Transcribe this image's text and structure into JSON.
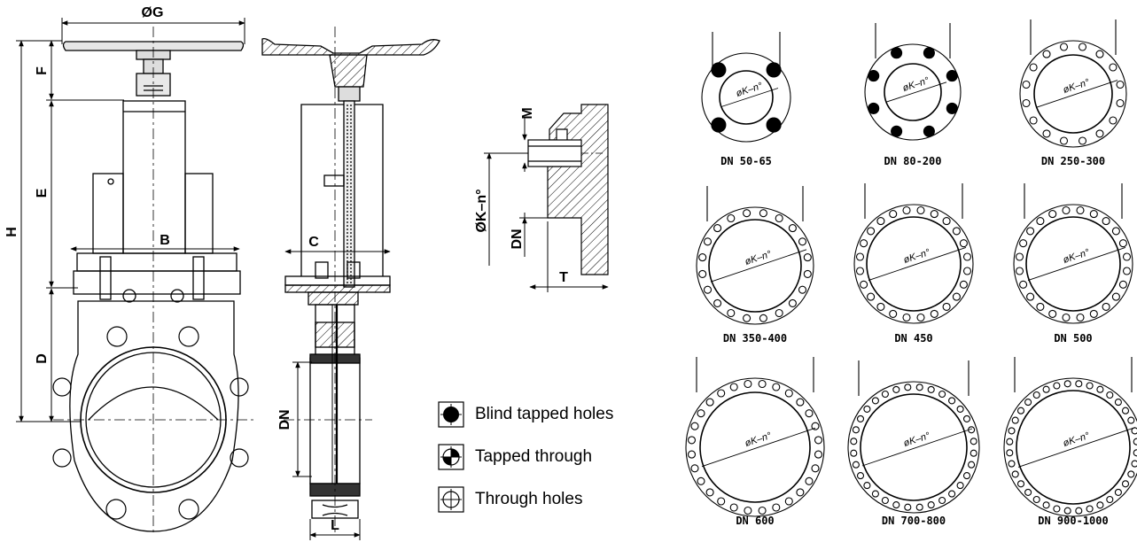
{
  "dimensions": {
    "G": "ØG",
    "F": "F",
    "E": "E",
    "H": "H",
    "D": "D",
    "B": "B",
    "C": "C",
    "DN": "DN",
    "L": "L",
    "M": "M",
    "K": "ØK–n°",
    "T": "T"
  },
  "legend": [
    {
      "symbol": "blind-tapped-hole-icon",
      "label": "Blind tapped holes"
    },
    {
      "symbol": "tapped-through-hole-icon",
      "label": "Tapped through"
    },
    {
      "symbol": "through-hole-icon",
      "label": "Through holes"
    }
  ],
  "flanges": [
    {
      "label": "DN 50-65",
      "inner": "øK–n°"
    },
    {
      "label": "DN 80-200",
      "inner": "øK–n°"
    },
    {
      "label": "DN 250-300",
      "inner": "øK–n°"
    },
    {
      "label": "DN 350-400",
      "inner": "øK–n°"
    },
    {
      "label": "DN 450",
      "inner": "øK–n°"
    },
    {
      "label": "DN 500",
      "inner": "øK–n°"
    },
    {
      "label": "DN 600",
      "inner": "øK–n°"
    },
    {
      "label": "DN 700-800",
      "inner": "øK–n°"
    },
    {
      "label": "DN 900-1000",
      "inner": "øK–n°"
    }
  ]
}
